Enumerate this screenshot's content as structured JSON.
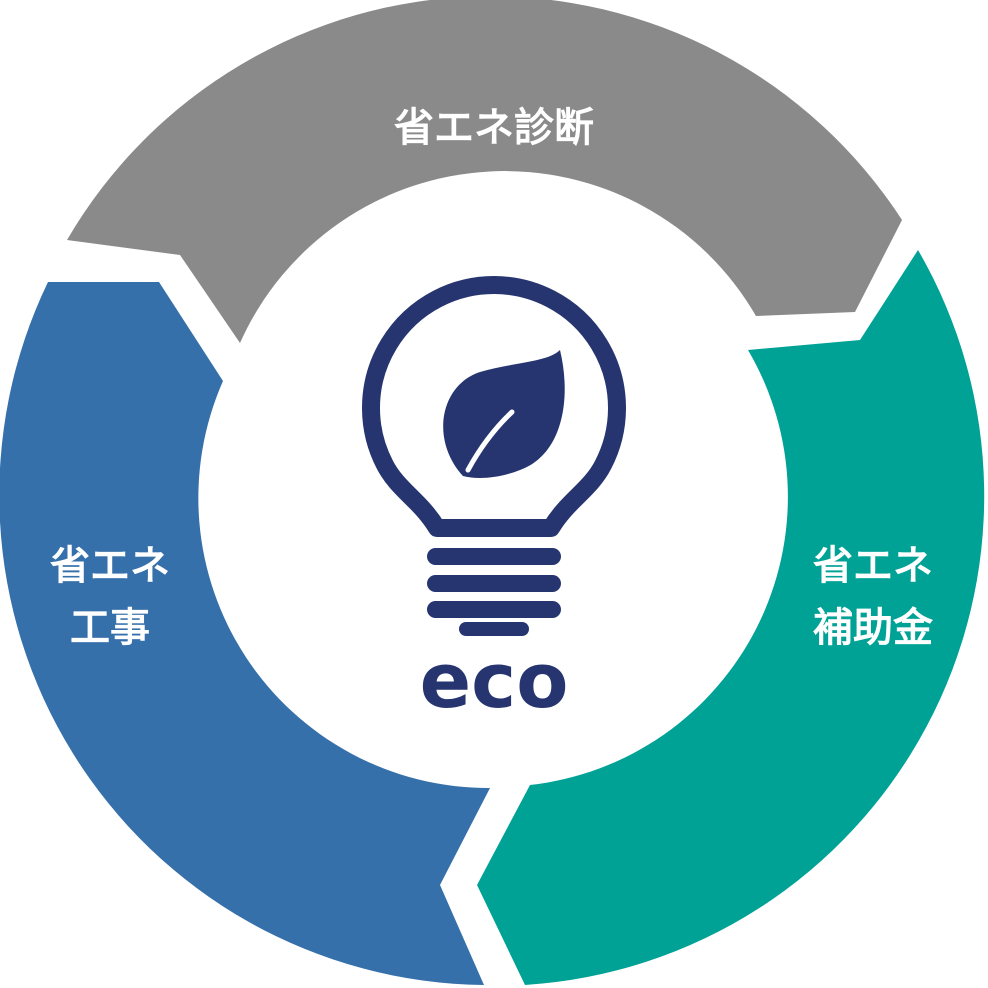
{
  "colors": {
    "diagnosis": "#8a8a8a",
    "construction": "#3670ab",
    "subsidy": "#00a296",
    "icon": "#263570"
  },
  "segments": {
    "diagnosis": {
      "label_lines": [
        "省エネ診断"
      ]
    },
    "construction": {
      "label_lines": [
        "省エネ",
        "工事"
      ]
    },
    "subsidy": {
      "label_lines": [
        "省エネ",
        "補助金"
      ]
    }
  },
  "center": {
    "icon": "eco-lightbulb-leaf-icon",
    "text": "eco"
  }
}
